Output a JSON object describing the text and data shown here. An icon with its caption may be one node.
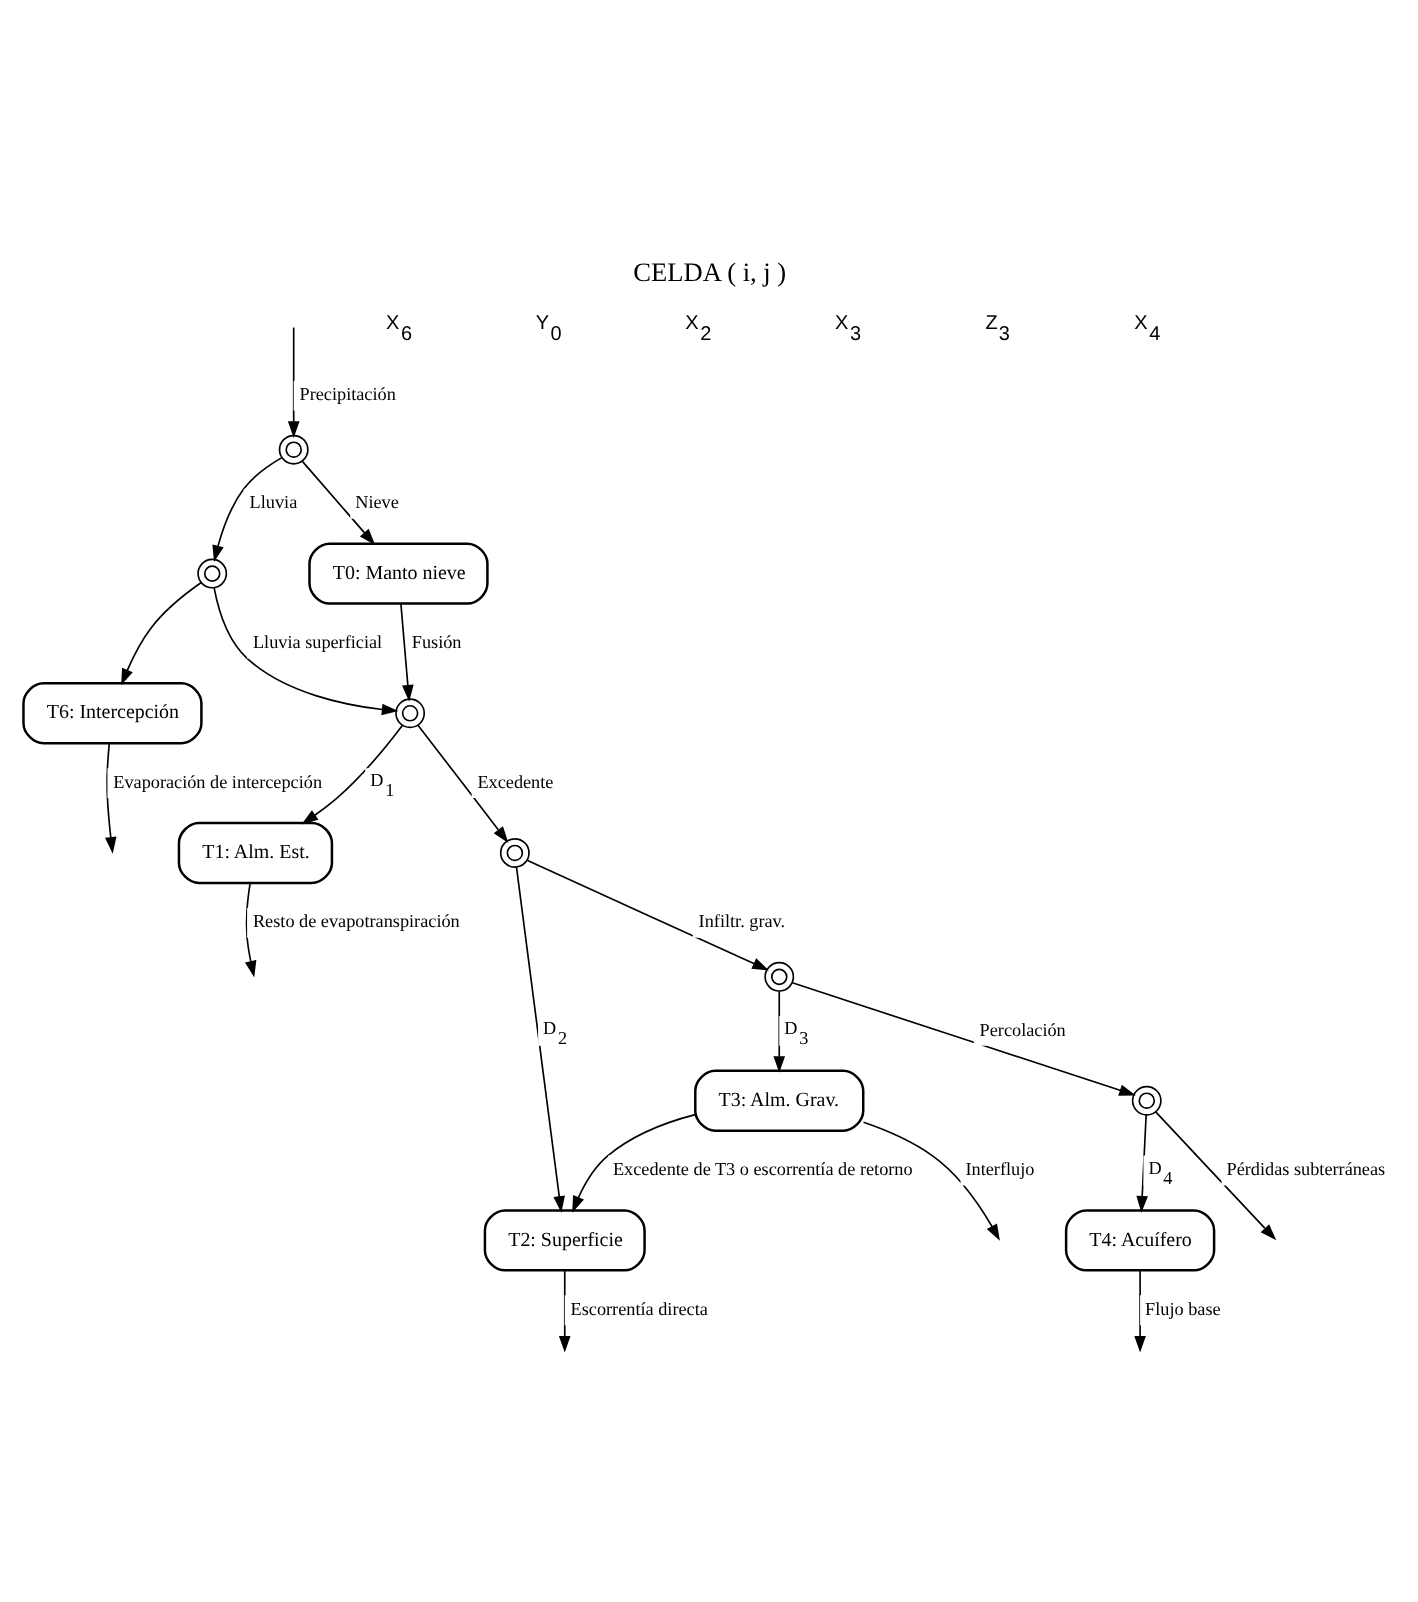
{
  "diagram": {
    "title": "CELDA ( i, j )",
    "nodes": [
      {
        "text": [],
        "shape": "circle"
      },
      {
        "text": [],
        "shape": "circle"
      },
      {
        "text": [
          "T6: Intercepción"
        ]
      },
      {
        "text": [
          "T0: Manto nieve"
        ]
      },
      {
        "text": [],
        "shape": "circle"
      },
      {
        "text": [
          "T1: Alm. Est."
        ]
      },
      {
        "text": [],
        "shape": "circle"
      },
      {
        "text": [
          "T2: Superficie"
        ]
      },
      {
        "text": [],
        "shape": "circle"
      },
      {
        "text": [
          "T3: Alm. Grav."
        ]
      },
      {
        "text": [],
        "shape": "circle"
      },
      {
        "text": [
          "T4: Acuífero"
        ]
      }
    ],
    "edges": [
      {
        "from": null,
        "to": 0,
        "arrow": "to",
        "label": "Precipitación"
      },
      {
        "from": 0,
        "to": 1,
        "arrow": "to",
        "label": "Lluvia"
      },
      {
        "from": 0,
        "to": 3,
        "arrow": "to",
        "label": "Nieve"
      },
      {
        "from": 1,
        "to": 2,
        "arrow": "to"
      },
      {
        "from": 2,
        "to": null,
        "arrow": "to",
        "label": "Evaporación de intercepción"
      },
      {
        "from": 1,
        "to": 4,
        "arrow": "to",
        "label": "Lluvia superficial"
      },
      {
        "from": 3,
        "to": 4,
        "arrow": "to",
        "label": "Fusión"
      },
      {
        "from": 4,
        "to": 5,
        "arrow": "to",
        "label": "D$_{1}$"
      },
      {
        "from": 5,
        "to": null,
        "arrow": "to",
        "label": "Resto de evapotranspiración"
      },
      {
        "from": 4,
        "to": 6,
        "arrow": "to",
        "label": "Excedente"
      },
      {
        "from": 6,
        "to": 7,
        "arrow": "to",
        "label": "D$_{2}$"
      },
      {
        "from": 7,
        "to": null,
        "arrow": "to",
        "label": "Escorrentía directa"
      },
      {
        "from": 6,
        "to": 8,
        "arrow": "to",
        "label": "Infiltr. grav."
      },
      {
        "from": 8,
        "to": 9,
        "arrow": "to",
        "label": "D$_{3}$"
      },
      {
        "from": 9,
        "to": 7,
        "arrow": "to",
        "label": "Excedente de T3 o escorrentía de retorno"
      },
      {
        "from": 9,
        "to": null,
        "arrow": "to",
        "label": "Interflujo"
      },
      {
        "from": 8,
        "to": 10,
        "arrow": "to",
        "label": "Percolación"
      },
      {
        "from": 10,
        "to": 11,
        "arrow": "to",
        "label": "D$_{4}$"
      },
      {
        "from": 11,
        "to": null,
        "arrow": "to",
        "label": "Flujo base"
      },
      {
        "from": 10,
        "to": null,
        "arrow": "to",
        "label": "Pérdidas subterráneas"
      }
    ],
    "labels": [
      "X$_{6}$",
      "Y$_{0}$",
      "X$_{2}$",
      "X$_{3}$",
      "Z$_{3}$",
      "X$_{4}$"
    ]
  }
}
